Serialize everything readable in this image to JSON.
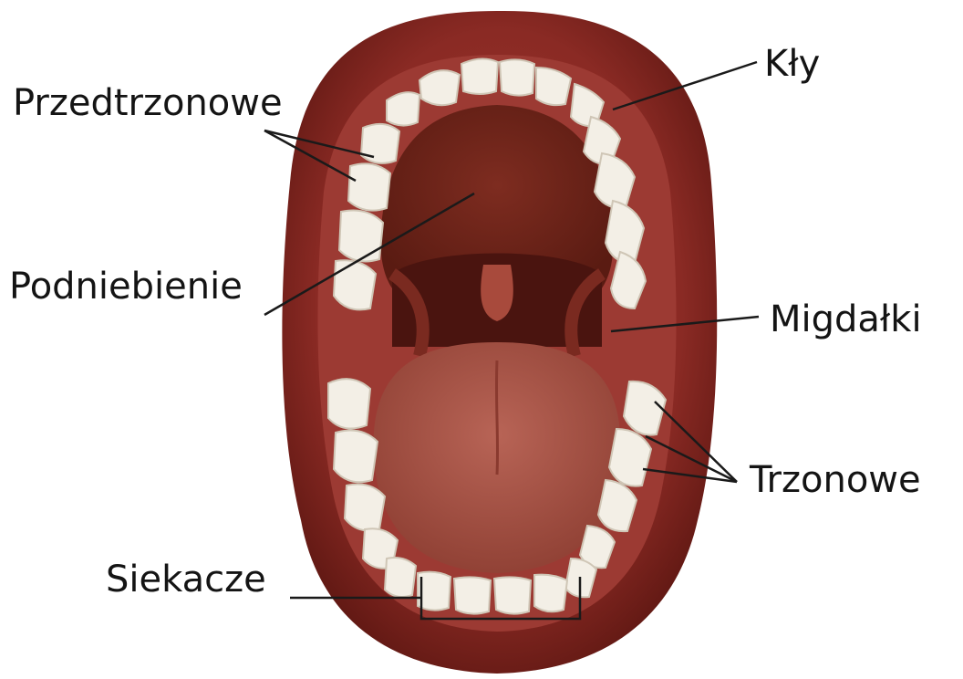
{
  "labels": {
    "premolars": "Przedtrzonowe",
    "canines": "Kły",
    "palate": "Podniebienie",
    "tonsils": "Migdałki",
    "molars": "Trzonowe",
    "incisors": "Siekacze"
  },
  "colors": {
    "lip": "#8a2a24",
    "lip_dark": "#5e1712",
    "gum": "#9c3a33",
    "palate": "#6e2419",
    "throat": "#4a140f",
    "tongue": "#a8574a",
    "tooth": "#f3efe6",
    "tooth_shadow": "#cfc6b6",
    "leader": "#1a1a1a"
  }
}
